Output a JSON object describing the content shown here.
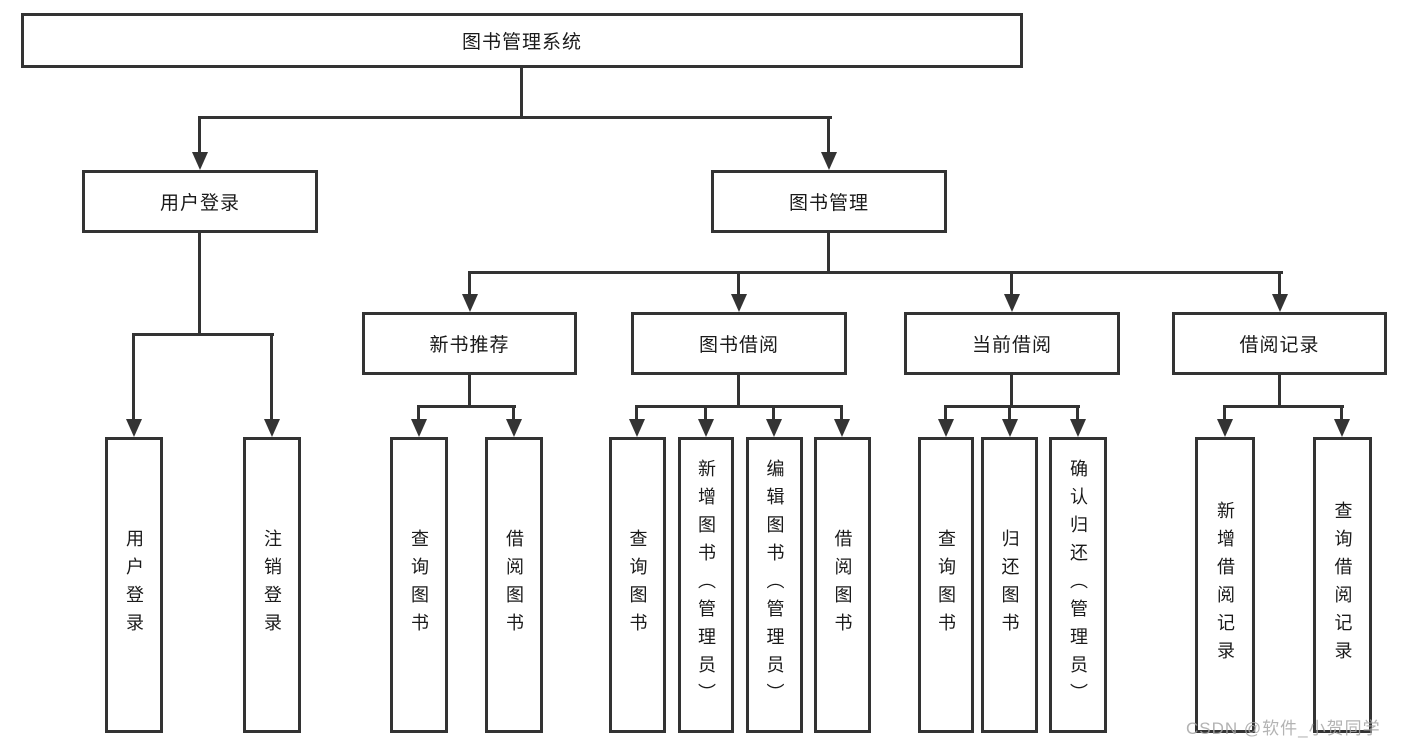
{
  "diagram": {
    "title": "图书管理系统",
    "root": {
      "label": "图书管理系统"
    },
    "branches": [
      {
        "label": "用户登录",
        "children": [
          {
            "label": "用户登录"
          },
          {
            "label": "注销登录"
          }
        ]
      },
      {
        "label": "图书管理",
        "children": [
          {
            "label": "新书推荐",
            "children": [
              {
                "label": "查询图书"
              },
              {
                "label": "借阅图书"
              }
            ]
          },
          {
            "label": "图书借阅",
            "children": [
              {
                "label": "查询图书"
              },
              {
                "label": "新增图书（管理员）"
              },
              {
                "label": "编辑图书（管理员）"
              },
              {
                "label": "借阅图书"
              }
            ]
          },
          {
            "label": "当前借阅",
            "children": [
              {
                "label": "查询图书"
              },
              {
                "label": "归还图书"
              },
              {
                "label": "确认归还（管理员）"
              }
            ]
          },
          {
            "label": "借阅记录",
            "children": [
              {
                "label": "新增借阅记录"
              },
              {
                "label": "查询借阅记录"
              }
            ]
          }
        ]
      }
    ]
  },
  "watermark": "CSDN @软件_小贺同学",
  "colors": {
    "line": "#333333",
    "text": "#1a1a1a",
    "box_background": "#ffffff",
    "watermark": "#a6a6a6"
  }
}
